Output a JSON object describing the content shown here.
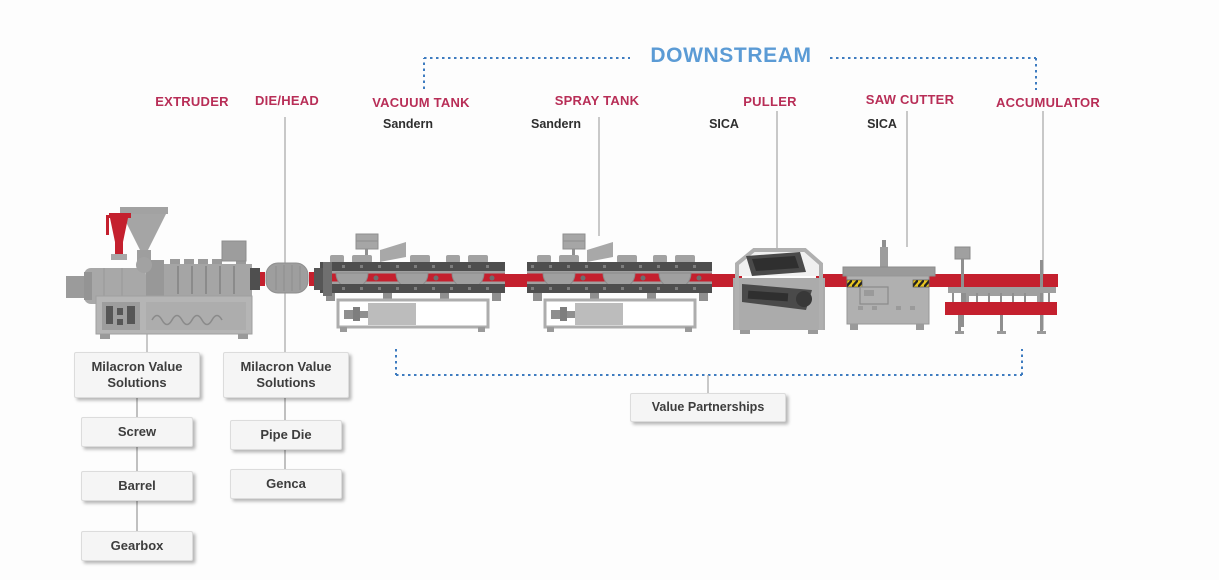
{
  "diagram": {
    "title": "DOWNSTREAM",
    "stations": [
      {
        "name": "EXTRUDER",
        "vendor": ""
      },
      {
        "name": "DIE/HEAD",
        "vendor": ""
      },
      {
        "name": "VACUUM TANK",
        "vendor": "Sandern"
      },
      {
        "name": "SPRAY TANK",
        "vendor": "Sandern"
      },
      {
        "name": "PULLER",
        "vendor": "SICA"
      },
      {
        "name": "SAW CUTTER",
        "vendor": "SICA"
      },
      {
        "name": "ACCUMULATOR",
        "vendor": ""
      }
    ],
    "extruder_chain": [
      "Milacron Value Solutions",
      "Screw",
      "Barrel",
      "Gearbox"
    ],
    "diehead_chain": [
      "Milacron Value Solutions",
      "Pipe Die",
      "Genca"
    ],
    "partnership_label": "Value Partnerships",
    "machine_graphics": [
      "extruder",
      "die-head",
      "vacuum-tank",
      "spray-tank",
      "puller",
      "saw-cutter",
      "accumulator"
    ]
  },
  "colors": {
    "station_label": "#b82e57",
    "downstream_title": "#5b9bd5",
    "dotted_bracket": "#3e7cc0",
    "pipe_red": "#c4202e",
    "machine_gray": "#a5a5a5",
    "machine_dark": "#4e4e4e",
    "hazard_yellow": "#e8c520"
  }
}
